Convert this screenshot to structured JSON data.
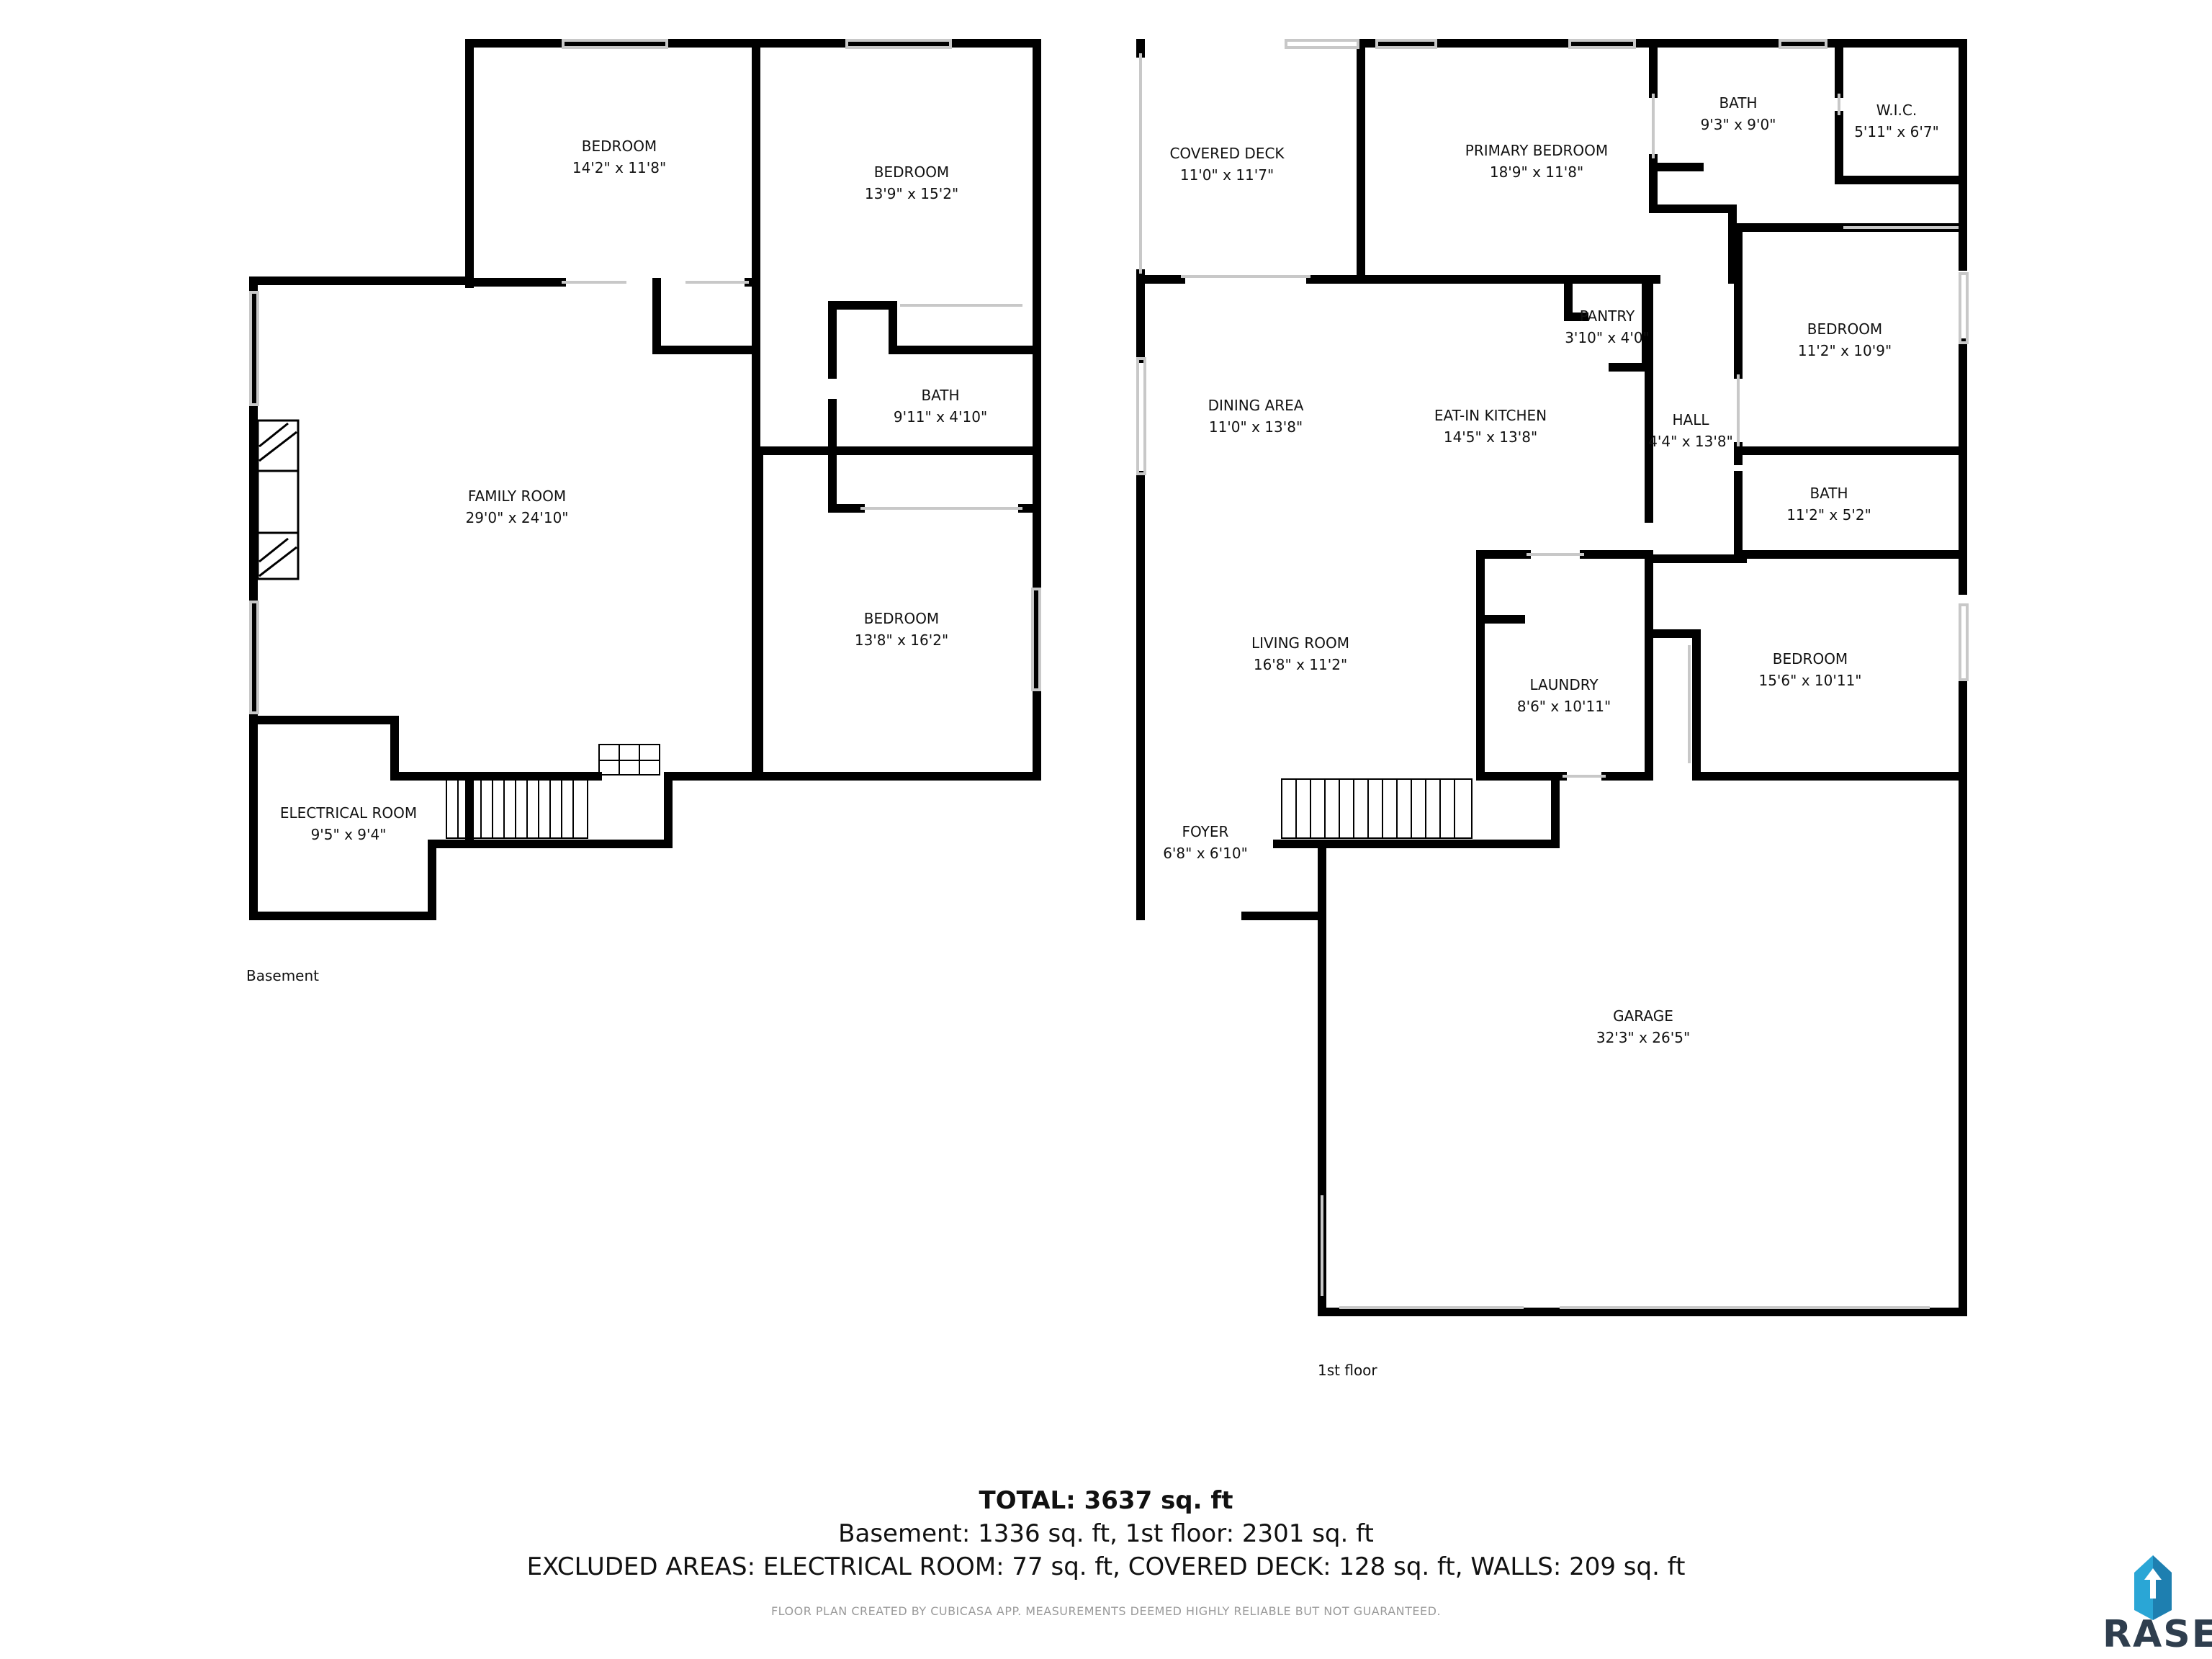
{
  "floors": {
    "basement": {
      "label": "Basement",
      "rooms": [
        {
          "id": "bsmt-bedroom-1",
          "name": "BEDROOM",
          "dims": "14'2\" x 11'8\""
        },
        {
          "id": "bsmt-bedroom-2",
          "name": "BEDROOM",
          "dims": "13'9\" x 15'2\""
        },
        {
          "id": "bsmt-bath",
          "name": "BATH",
          "dims": "9'11\" x 4'10\""
        },
        {
          "id": "family-room",
          "name": "FAMILY ROOM",
          "dims": "29'0\" x 24'10\""
        },
        {
          "id": "bsmt-bedroom-3",
          "name": "BEDROOM",
          "dims": "13'8\" x 16'2\""
        },
        {
          "id": "electrical-room",
          "name": "ELECTRICAL ROOM",
          "dims": "9'5\" x 9'4\""
        }
      ]
    },
    "first": {
      "label": "1st floor",
      "rooms": [
        {
          "id": "covered-deck",
          "name": "COVERED DECK",
          "dims": "11'0\" x 11'7\""
        },
        {
          "id": "primary-bedroom",
          "name": "PRIMARY BEDROOM",
          "dims": "18'9\" x 11'8\""
        },
        {
          "id": "primary-bath",
          "name": "BATH",
          "dims": "9'3\" x 9'0\""
        },
        {
          "id": "wic",
          "name": "W.I.C.",
          "dims": "5'11\" x 6'7\""
        },
        {
          "id": "pantry",
          "name": "PANTRY",
          "dims": "3'10\" x 4'0\""
        },
        {
          "id": "bedroom-ne",
          "name": "BEDROOM",
          "dims": "11'2\" x 10'9\""
        },
        {
          "id": "dining-area",
          "name": "DINING AREA",
          "dims": "11'0\" x 13'8\""
        },
        {
          "id": "eat-in-kitchen",
          "name": "EAT-IN KITCHEN",
          "dims": "14'5\" x 13'8\""
        },
        {
          "id": "hall",
          "name": "HALL",
          "dims": "4'4\" x 13'8\""
        },
        {
          "id": "hall-bath",
          "name": "BATH",
          "dims": "11'2\" x 5'2\""
        },
        {
          "id": "living-room",
          "name": "LIVING ROOM",
          "dims": "16'8\" x 11'2\""
        },
        {
          "id": "laundry",
          "name": "LAUNDRY",
          "dims": "8'6\" x 10'11\""
        },
        {
          "id": "bedroom-se",
          "name": "BEDROOM",
          "dims": "15'6\" x 10'11\""
        },
        {
          "id": "foyer",
          "name": "FOYER",
          "dims": "6'8\" x 6'10\""
        },
        {
          "id": "garage",
          "name": "GARAGE",
          "dims": "32'3\" x 26'5\""
        }
      ]
    }
  },
  "summary": {
    "total": "TOTAL: 3637 sq. ft",
    "floors": "Basement: 1336 sq. ft, 1st floor: 2301 sq. ft",
    "excluded": "EXCLUDED AREAS: ELECTRICAL ROOM: 77 sq. ft, COVERED DECK: 128 sq. ft, WALLS: 209 sq. ft",
    "disclaimer": "FLOOR PLAN CREATED BY CUBICASA APP. MEASUREMENTS DEEMED HIGHLY RELIABLE BUT NOT GUARANTEED."
  },
  "brand": {
    "logo_text": "RASE",
    "logo_icon": "house-arrow-logo-icon",
    "color": "#2f3e4e",
    "accent": "#2aa6d6"
  },
  "colors": {
    "wall": "#000000",
    "opening": "#cfcfcf"
  }
}
